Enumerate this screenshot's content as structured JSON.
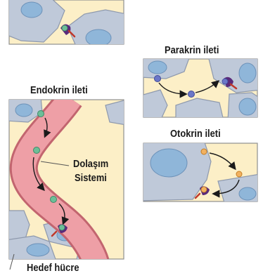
{
  "labels": {
    "parakrin": "Parakrin ileti",
    "endokrin": "Endokrin ileti",
    "otokrin": "Otokrin ileti",
    "dolasim_line1": "Dolaşım",
    "dolasim_line2": "Sistemi",
    "hedef": "Hedef hücre"
  },
  "colors": {
    "panel_bg": "#fcefc7",
    "panel_border": "#8f8f8f",
    "cell_fill": "#bfc9d9",
    "cell_stroke": "#8e99ad",
    "nucleus_fill": "#8fb6d9",
    "nucleus_stroke": "#6d92b9",
    "vessel_fill": "#ee9fa6",
    "vessel_edge": "#c2656f",
    "hormone_green": "#6dbe98",
    "ligand_blue": "#6b77c8",
    "ligand_orange": "#f2b160",
    "receptor_purple": "#5a2a7a",
    "receptor_red": "#c0392b"
  }
}
